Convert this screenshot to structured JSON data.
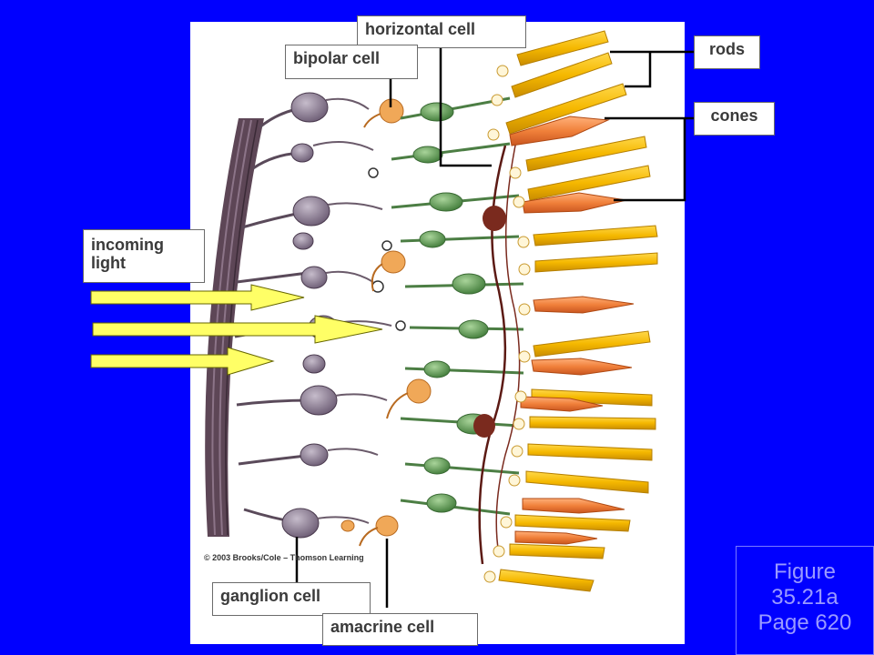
{
  "labels": {
    "horizontal_cell": "horizontal cell",
    "bipolar_cell": "bipolar cell",
    "rods": "rods",
    "cones": "cones",
    "incoming_light": "incoming light",
    "ganglion_cell": "ganglion cell",
    "amacrine_cell": "amacrine cell"
  },
  "figure_caption": {
    "line1": "Figure",
    "line2": "35.21a",
    "line3": "Page 620"
  },
  "copyright": "© 2003 Brooks/Cole – Thomson Learning",
  "colors": {
    "background": "#0000ff",
    "rod": "#f5b800",
    "cone": "#f0803a",
    "bipolar": "#5e9a52",
    "ganglion": "#8a7a90",
    "amacrine": "#f0a050",
    "light_arrow": "#ffff66"
  }
}
